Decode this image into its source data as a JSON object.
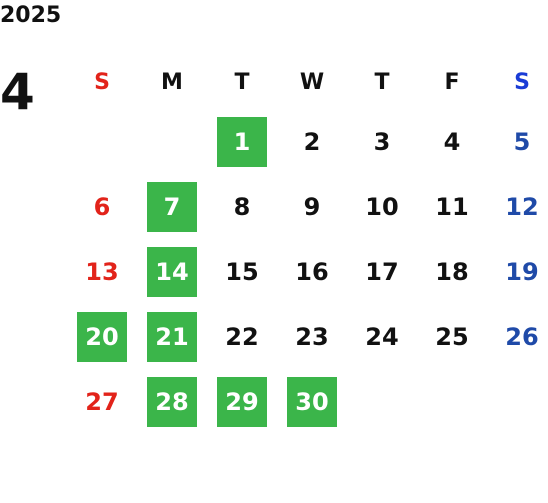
{
  "year": "2025",
  "month": "4",
  "weekdays": [
    "S",
    "M",
    "T",
    "W",
    "T",
    "F",
    "S"
  ],
  "weeks": [
    [
      "",
      "",
      "1",
      "2",
      "3",
      "4",
      "5"
    ],
    [
      "6",
      "7",
      "8",
      "9",
      "10",
      "11",
      "12"
    ],
    [
      "13",
      "14",
      "15",
      "16",
      "17",
      "18",
      "19"
    ],
    [
      "20",
      "21",
      "22",
      "23",
      "24",
      "25",
      "26"
    ],
    [
      "27",
      "28",
      "29",
      "30",
      "",
      "",
      ""
    ]
  ],
  "highlighted_days": [
    "1",
    "7",
    "14",
    "20",
    "21",
    "28",
    "29",
    "30"
  ],
  "colors": {
    "sunday": "#e2231a",
    "saturday_header": "#1a3cd6",
    "saturday": "#1f4aa8",
    "highlight": "#3bb54a"
  }
}
